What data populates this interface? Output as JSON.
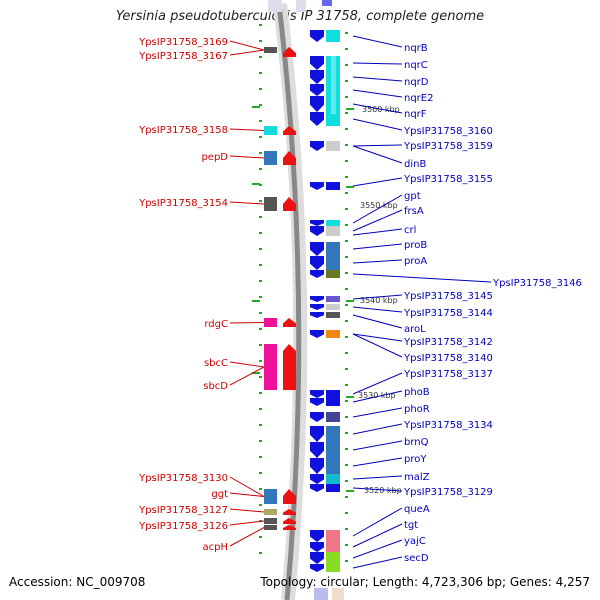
{
  "title": "Yersinia pseudotuberculosis IP 31758, complete genome",
  "footer": {
    "accession": "Accession: NC_009708",
    "topology": "Topology: circular; Length: 4,723,306 bp; Genes: 4,257"
  },
  "colors": {
    "left_label": "#cc0000",
    "right_label": "#0000bb",
    "backbone": "#888888",
    "strand_minus_arrow": "#ee1111",
    "strand_plus_arrow": "#1111dd",
    "dots": "#22aa22"
  },
  "kbp_markers": [
    "3560 kbp",
    "3550 kbp",
    "3540 kbp",
    "3530 kbp",
    "3520 kbp"
  ],
  "left_genes": [
    {
      "label": "YpsIP31758_3169",
      "color": "#555555"
    },
    {
      "label": "YpsIP31758_3167",
      "color": "#555555"
    },
    {
      "label": "YpsIP31758_3158",
      "color": "#11dddd"
    },
    {
      "label": "pepD",
      "color": "#3377bb"
    },
    {
      "label": "YpsIP31758_3154",
      "color": "#555555"
    },
    {
      "label": "rdgC",
      "color": "#ee1199"
    },
    {
      "label": "sbcC",
      "color": "#ee1199"
    },
    {
      "label": "sbcD",
      "color": "#ee1199"
    },
    {
      "label": "YpsIP31758_3130",
      "color": "#3377bb"
    },
    {
      "label": "ggt",
      "color": "#3377bb"
    },
    {
      "label": "YpsIP31758_3127",
      "color": "#aaaa66"
    },
    {
      "label": "YpsIP31758_3126",
      "color": "#555555"
    },
    {
      "label": "acpH",
      "color": "#555555"
    }
  ],
  "right_genes": [
    {
      "label": "nqrB",
      "color": "#11dddd"
    },
    {
      "label": "nqrC",
      "color": "#11dddd"
    },
    {
      "label": "nqrD",
      "color": "#11dddd"
    },
    {
      "label": "nqrE2",
      "color": "#11dddd"
    },
    {
      "label": "nqrF",
      "color": "#11dddd"
    },
    {
      "label": "YpsIP31758_3160",
      "color": "#11dddd"
    },
    {
      "label": "YpsIP31758_3159",
      "color": "#cccccc"
    },
    {
      "label": "dinB",
      "color": "#ee1199"
    },
    {
      "label": "YpsIP31758_3155",
      "color": "#1111dd"
    },
    {
      "label": "gpt",
      "color": "#11dddd"
    },
    {
      "label": "frsA",
      "color": "#cccccc"
    },
    {
      "label": "crl",
      "color": "#cccccc"
    },
    {
      "label": "proB",
      "color": "#3377bb"
    },
    {
      "label": "proA",
      "color": "#3377bb"
    },
    {
      "label": "YpsIP31758_3146",
      "color": "#667722"
    },
    {
      "label": "YpsIP31758_3145",
      "color": "#6655cc"
    },
    {
      "label": "YpsIP31758_3144",
      "color": "#cccccc"
    },
    {
      "label": "aroL",
      "color": "#555555"
    },
    {
      "label": "YpsIP31758_3142",
      "color": "#ee8811"
    },
    {
      "label": "YpsIP31758_3140",
      "color": "#11dddd"
    },
    {
      "label": "YpsIP31758_3137",
      "color": "#1111dd"
    },
    {
      "label": "phoB",
      "color": "#1111dd"
    },
    {
      "label": "phoR",
      "color": "#444499"
    },
    {
      "label": "YpsIP31758_3134",
      "color": "#3377bb"
    },
    {
      "label": "brnQ",
      "color": "#3377bb"
    },
    {
      "label": "proY",
      "color": "#3377bb"
    },
    {
      "label": "malZ",
      "color": "#11bbcc"
    },
    {
      "label": "YpsIP31758_3129",
      "color": "#1111dd"
    },
    {
      "label": "queA",
      "color": "#ee7788"
    },
    {
      "label": "tgt",
      "color": "#ee7788"
    },
    {
      "label": "yajC",
      "color": "#88dd22"
    },
    {
      "label": "secD",
      "color": "#88dd22"
    }
  ]
}
